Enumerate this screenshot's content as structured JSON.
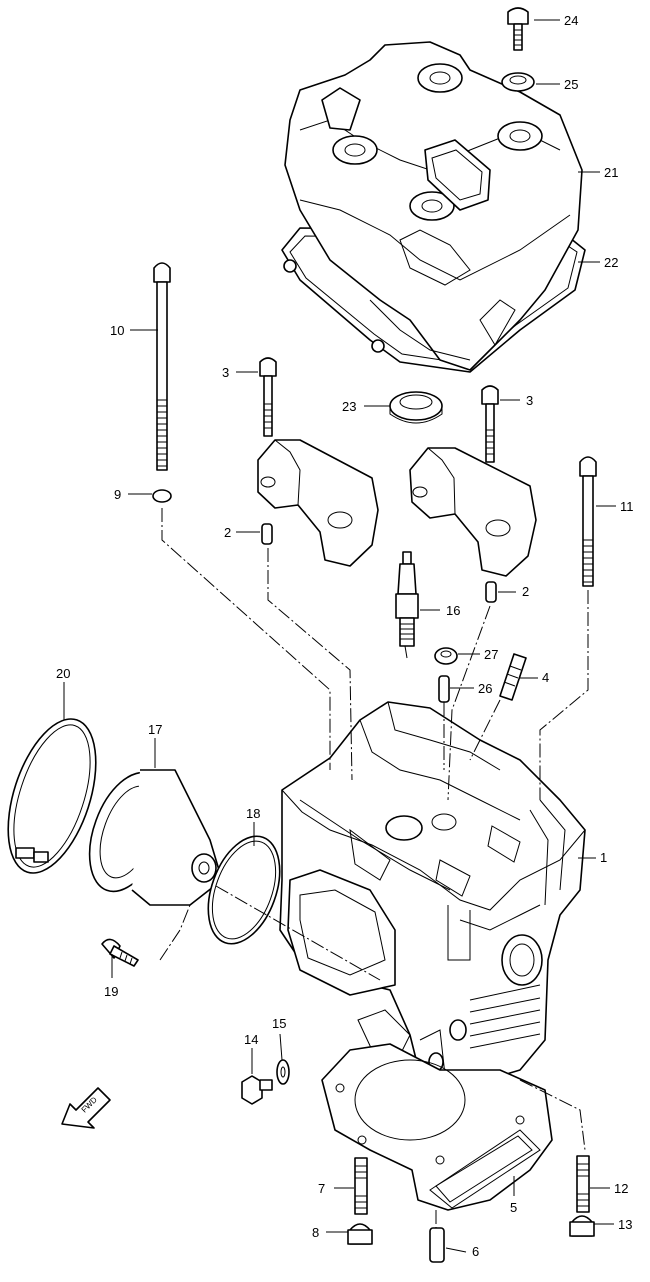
{
  "fwd_label": "FWD",
  "callouts": [
    {
      "id": "p1",
      "label": "1"
    },
    {
      "id": "p2a",
      "label": "2"
    },
    {
      "id": "p2b",
      "label": "2"
    },
    {
      "id": "p3a",
      "label": "3"
    },
    {
      "id": "p3b",
      "label": "3"
    },
    {
      "id": "p4",
      "label": "4"
    },
    {
      "id": "p5",
      "label": "5"
    },
    {
      "id": "p6",
      "label": "6"
    },
    {
      "id": "p7",
      "label": "7"
    },
    {
      "id": "p8",
      "label": "8"
    },
    {
      "id": "p9",
      "label": "9"
    },
    {
      "id": "p10",
      "label": "10"
    },
    {
      "id": "p11",
      "label": "11"
    },
    {
      "id": "p12",
      "label": "12"
    },
    {
      "id": "p13",
      "label": "13"
    },
    {
      "id": "p14",
      "label": "14"
    },
    {
      "id": "p15",
      "label": "15"
    },
    {
      "id": "p16",
      "label": "16"
    },
    {
      "id": "p17",
      "label": "17"
    },
    {
      "id": "p18",
      "label": "18"
    },
    {
      "id": "p19",
      "label": "19"
    },
    {
      "id": "p20",
      "label": "20"
    },
    {
      "id": "p21",
      "label": "21"
    },
    {
      "id": "p22",
      "label": "22"
    },
    {
      "id": "p23",
      "label": "23"
    },
    {
      "id": "p24",
      "label": "24"
    },
    {
      "id": "p25",
      "label": "25"
    },
    {
      "id": "p26",
      "label": "26"
    },
    {
      "id": "p27",
      "label": "27"
    }
  ]
}
